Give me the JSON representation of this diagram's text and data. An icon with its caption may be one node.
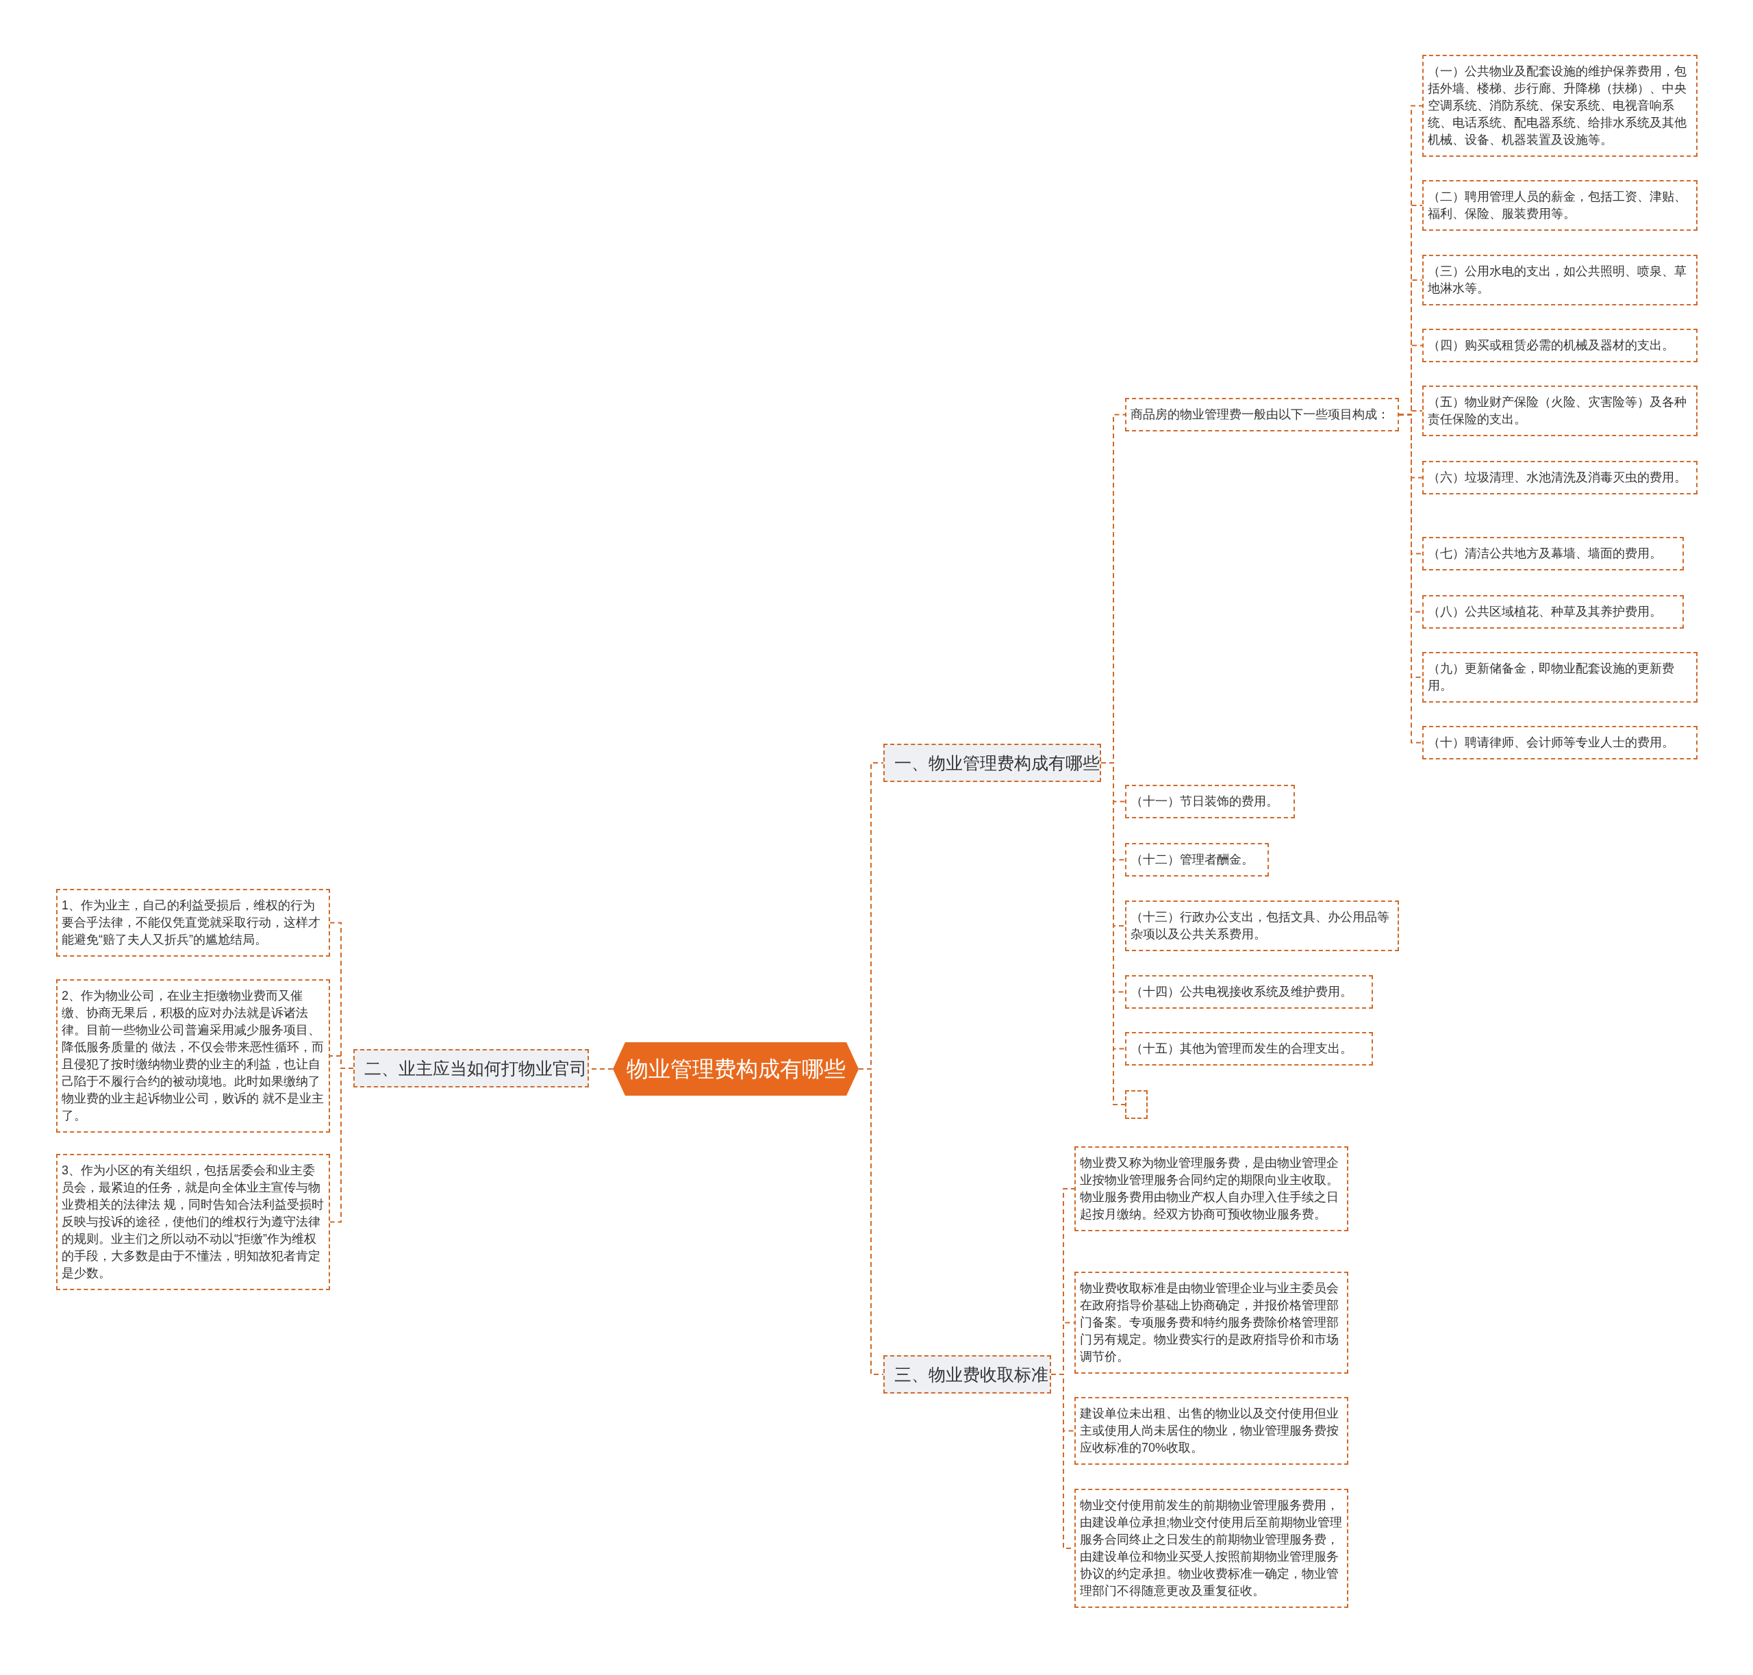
{
  "diagram": {
    "nodes": [
      {
        "text": [
          "物业管理费构成有哪些"
        ]
      },
      {
        "text": [
          "一、物业管理费构成有哪些"
        ]
      },
      {
        "text": [
          "商品房的物业管理费一般由以下一些项目构成："
        ]
      },
      {
        "text": [
          "（一）公共物业及配套设施的维护保养费用，包括外墙、楼梯、步行廊、升降梯（扶梯）、中央空调系统、消防系统、保安系统、电视音响系统、电话系统、配电器系统、给排水系统及其他机械、设备、机器装置及设施等。"
        ]
      },
      {
        "text": [
          "（二）聘用管理人员的薪金，包括工资、津贴、福利、保险、服装费用等。"
        ]
      },
      {
        "text": [
          "（三）公用水电的支出，如公共照明、喷泉、草地淋水等。"
        ]
      },
      {
        "text": [
          "（四）购买或租赁必需的机械及器材的支出。"
        ]
      },
      {
        "text": [
          "（五）物业财产保险（火险、灾害险等）及各种责任保险的支出。"
        ]
      },
      {
        "text": [
          "（六）垃圾清理、水池清洗及消毒灭虫的费用。"
        ]
      },
      {
        "text": [
          "（七）清洁公共地方及幕墙、墙面的费用。"
        ]
      },
      {
        "text": [
          "（八）公共区域植花、种草及其养护费用。"
        ]
      },
      {
        "text": [
          "（九）更新储备金，即物业配套设施的更新费用。"
        ]
      },
      {
        "text": [
          "（十）聘请律师、会计师等专业人士的费用。"
        ]
      },
      {
        "text": [
          "（十一）节日装饰的费用。"
        ]
      },
      {
        "text": [
          "（十二）管理者酬金。"
        ]
      },
      {
        "text": [
          "（十三）行政办公支出，包括文具、办公用品等杂项以及公共关系费用。"
        ]
      },
      {
        "text": [
          "（十四）公共电视接收系统及维护费用。"
        ]
      },
      {
        "text": [
          "（十五）其他为管理而发生的合理支出。"
        ]
      },
      {
        "text": [],
        "shape": "box"
      },
      {
        "text": [
          "二、业主应当如何打物业官司"
        ]
      },
      {
        "text": [
          "1、作为业主，自己的利益受损后，维权的行为要合乎法律，不能仅凭直觉就采取行动，这样才能避免“赔了夫人又折兵”的尴尬结局。"
        ]
      },
      {
        "text": [
          "2、作为物业公司，在业主拒缴物业费而又催缴、协商无果后，积极的应对办法就是诉诸法律。目前一些物业公司普遍采用减少服务项目、降低服务质量的 做法，不仅会带来恶性循环，而且侵犯了按时缴纳物业费的业主的利益，也让自己陷于不履行合约的被动境地。此时如果缴纳了物业费的业主起诉物业公司，败诉的 就不是业主了。"
        ]
      },
      {
        "text": [
          "3、作为小区的有关组织，包括居委会和业主委员会，最紧迫的任务，就是向全体业主宣传与物业费相关的法律法 规，同时告知合法利益受损时反映与投诉的途径，使他们的维权行为遵守法律的规则。业主们之所以动不动以“拒缴”作为维权的手段，大多数是由于不懂法，明知故犯者肯定是少数。"
        ]
      },
      {
        "text": [
          "三、物业费收取标准"
        ]
      },
      {
        "text": [
          "物业费又称为物业管理服务费，是由物业管理企业按物业管理服务合同约定的期限向业主收取。物业服务费用由物业产权人自办理入住手续之日起按月缴纳。经双方协商可预收物业服务费。"
        ]
      },
      {
        "text": [
          "物业费收取标准是由物业管理企业与业主委员会在政府指导价基础上协商确定，并报价格管理部门备案。专项服务费和特约服务费除价格管理部门另有规定。物业费实行的是政府指导价和市场调节价。"
        ]
      },
      {
        "text": [
          "建设单位未出租、出售的物业以及交付使用但业主或使用人尚未居住的物业，物业管理服务费按应收标准的70%收取。"
        ]
      },
      {
        "text": [
          "物业交付使用前发生的前期物业管理服务费用，由建设单位承担;物业交付使用后至前期物业管理服务合同终止之日发生的前期物业管理服务费，由建设单位和物业买受人按照前期物业管理服务协议的约定承担。物业收费标准一确定，物业管理部门不得随意更改及重复征收。"
        ]
      }
    ],
    "edges": [
      {
        "from": 0,
        "to": 1,
        "arrow": "none"
      },
      {
        "from": 1,
        "to": 2,
        "arrow": "none"
      },
      {
        "from": 2,
        "to": 3,
        "arrow": "none"
      },
      {
        "from": 2,
        "to": 4,
        "arrow": "none"
      },
      {
        "from": 2,
        "to": 5,
        "arrow": "none"
      },
      {
        "from": 2,
        "to": 6,
        "arrow": "none"
      },
      {
        "from": 2,
        "to": 7,
        "arrow": "none"
      },
      {
        "from": 2,
        "to": 8,
        "arrow": "none"
      },
      {
        "from": 2,
        "to": 9,
        "arrow": "none"
      },
      {
        "from": 2,
        "to": 10,
        "arrow": "none"
      },
      {
        "from": 2,
        "to": 11,
        "arrow": "none"
      },
      {
        "from": 2,
        "to": 12,
        "arrow": "none"
      },
      {
        "from": 1,
        "to": 13,
        "arrow": "none"
      },
      {
        "from": 1,
        "to": 14,
        "arrow": "none"
      },
      {
        "from": 1,
        "to": 15,
        "arrow": "none"
      },
      {
        "from": 1,
        "to": 16,
        "arrow": "none"
      },
      {
        "from": 1,
        "to": 17,
        "arrow": "none"
      },
      {
        "from": 1,
        "to": 18,
        "arrow": "none"
      },
      {
        "from": 0,
        "to": 19,
        "arrow": "none"
      },
      {
        "from": 19,
        "to": 20,
        "arrow": "none"
      },
      {
        "from": 19,
        "to": 21,
        "arrow": "none"
      },
      {
        "from": 19,
        "to": 22,
        "arrow": "none"
      },
      {
        "from": 0,
        "to": 23,
        "arrow": "none"
      },
      {
        "from": 23,
        "to": 24,
        "arrow": "none"
      },
      {
        "from": 23,
        "to": 25,
        "arrow": "none"
      },
      {
        "from": 23,
        "to": 26,
        "arrow": "none"
      },
      {
        "from": 23,
        "to": 27,
        "arrow": "none"
      }
    ]
  }
}
